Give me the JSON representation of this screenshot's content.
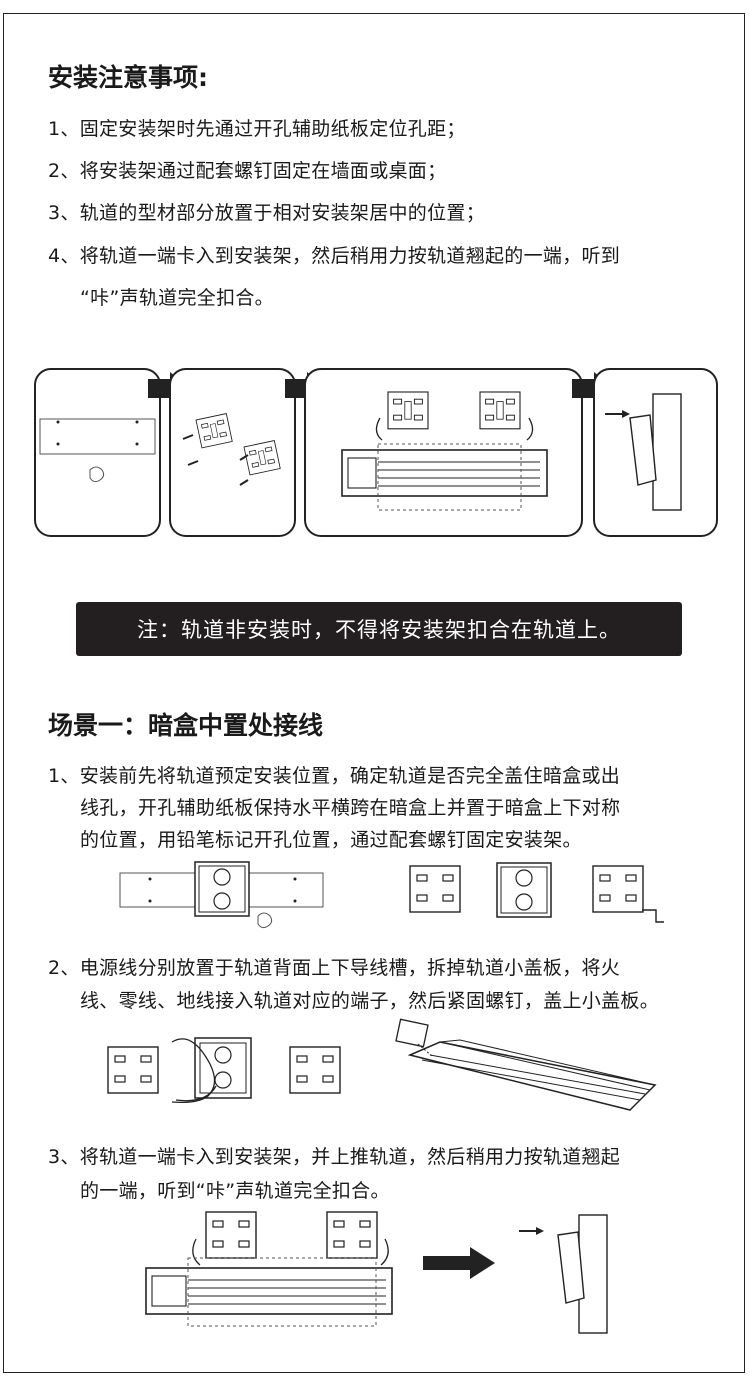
{
  "section1": {
    "title": "安装注意事项:",
    "items": [
      "1、固定安装架时先通过开孔辅助纸板定位孔距；",
      "2、将安装架通过配套螺钉固定在墙面或桌面；",
      "3、轨道的型材部分放置于相对安装架居中的位置；",
      "4、将轨道一端卡入到安装架，然后稍用力按轨道翘起的一端，听到",
      "“咔”声轨道完全扣合。"
    ]
  },
  "note": "注：轨道非安装时，不得将安装架扣合在轨道上。",
  "section2": {
    "title": "场景一：暗盒中置处接线",
    "step1": [
      "1、安装前先将轨道预定安装位置，确定轨道是否完全盖住暗盒或出",
      "线孔，开孔辅助纸板保持水平横跨在暗盒上并置于暗盒上下对称",
      "的位置，用铅笔标记开孔位置，通过配套螺钉固定安装架。"
    ],
    "step2": [
      "2、电源线分别放置于轨道背面上下导线槽，拆掉轨道小盖板，将火",
      "线、零线、地线接入轨道对应的端子，然后紧固螺钉，盖上小盖板。"
    ],
    "step3": [
      "3、将轨道一端卡入到安装架，并上推轨道，然后稍用力按轨道翘起",
      "的一端，听到“咔”声轨道完全扣合。"
    ]
  },
  "colors": {
    "text": "#1a1a1a",
    "note_bg": "#231f20",
    "note_text": "#ffffff",
    "line_art": "#222222"
  }
}
